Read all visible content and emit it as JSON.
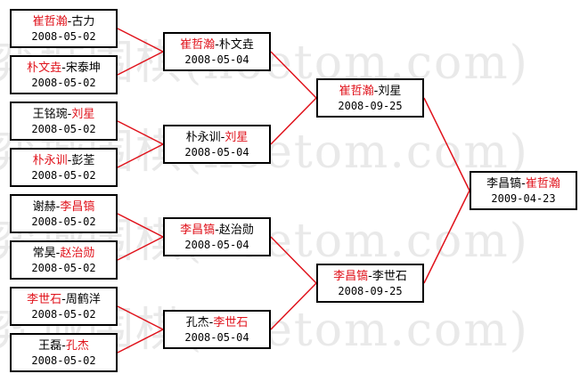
{
  "watermark": "弈城围棋(hoetom.com)",
  "colors": {
    "winner": "#e0121b",
    "text": "#000000",
    "line": "#e0121b",
    "border": "#000000"
  },
  "matches": [
    {
      "id": "r1m1",
      "p1": "崔哲瀚",
      "p2": "古力",
      "winner": 1,
      "date": "2008-05-02"
    },
    {
      "id": "r1m2",
      "p1": "朴文垚",
      "p2": "宋泰坤",
      "winner": 1,
      "date": "2008-05-02"
    },
    {
      "id": "r1m3",
      "p1": "王铭琬",
      "p2": "刘星",
      "winner": 2,
      "date": "2008-05-02"
    },
    {
      "id": "r1m4",
      "p1": "朴永训",
      "p2": "彭荃",
      "winner": 1,
      "date": "2008-05-02"
    },
    {
      "id": "r1m5",
      "p1": "谢赫",
      "p2": "李昌镐",
      "winner": 2,
      "date": "2008-05-02"
    },
    {
      "id": "r1m6",
      "p1": "常昊",
      "p2": "赵治勋",
      "winner": 2,
      "date": "2008-05-02"
    },
    {
      "id": "r1m7",
      "p1": "李世石",
      "p2": "周鹤洋",
      "winner": 1,
      "date": "2008-05-02"
    },
    {
      "id": "r1m8",
      "p1": "王磊",
      "p2": "孔杰",
      "winner": 2,
      "date": "2008-05-02"
    },
    {
      "id": "r2m1",
      "p1": "崔哲瀚",
      "p2": "朴文垚",
      "winner": 1,
      "date": "2008-05-04"
    },
    {
      "id": "r2m2",
      "p1": "朴永训",
      "p2": "刘星",
      "winner": 2,
      "date": "2008-05-04"
    },
    {
      "id": "r2m3",
      "p1": "李昌镐",
      "p2": "赵治勋",
      "winner": 1,
      "date": "2008-05-04"
    },
    {
      "id": "r2m4",
      "p1": "孔杰",
      "p2": "李世石",
      "winner": 2,
      "date": "2008-05-04"
    },
    {
      "id": "r3m1",
      "p1": "崔哲瀚",
      "p2": "刘星",
      "winner": 1,
      "date": "2008-09-25"
    },
    {
      "id": "r3m2",
      "p1": "李昌镐",
      "p2": "李世石",
      "winner": 1,
      "date": "2008-09-25"
    },
    {
      "id": "final",
      "p1": "李昌镐",
      "p2": "崔哲瀚",
      "winner": 2,
      "date": "2009-04-23"
    }
  ]
}
